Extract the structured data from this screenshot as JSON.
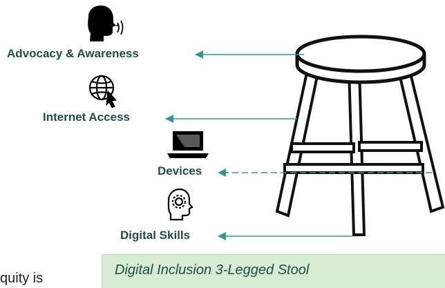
{
  "diagram": {
    "labels": {
      "advocacy": "Advocacy & Awareness",
      "internet": "Internet Access",
      "devices": "Devices",
      "skills": "Digital Skills"
    },
    "icons": {
      "advocacy": "speaking-head-icon",
      "internet": "globe-cursor-icon",
      "devices": "laptop-icon",
      "skills": "lightbulb-head-icon"
    },
    "colors": {
      "label_text": "#1f4d4a",
      "arrow": "#2e9b8f",
      "stool": "#111111",
      "caption_bg": "#d7ecd2"
    }
  },
  "caption": "Digital Inclusion 3-Legged Stool",
  "body_fragment": "quity is"
}
